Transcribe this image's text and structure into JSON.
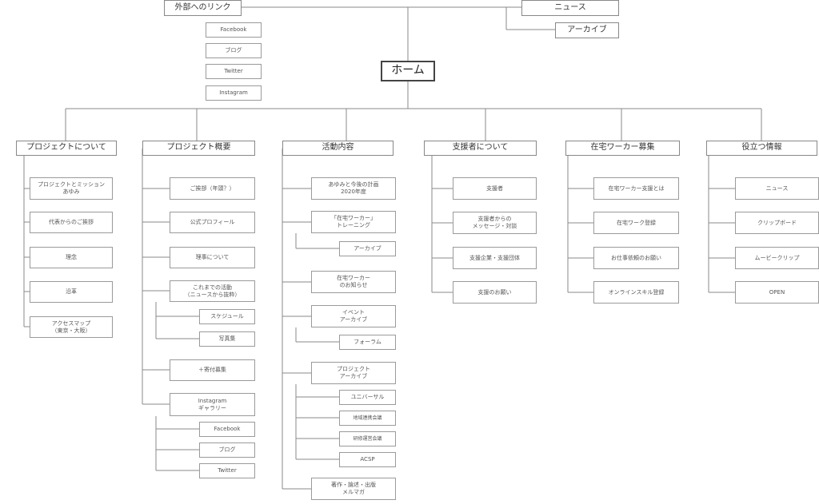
{
  "home": "ホーム",
  "external_links": {
    "title": "外部へのリンク",
    "items": [
      "Facebook",
      "ブログ",
      "Twitter",
      "Instagram"
    ]
  },
  "news": {
    "title": "ニュース",
    "archive": "アーカイブ"
  },
  "sections": [
    {
      "title": "プロジェクトについて",
      "items": [
        "プロジェクトとミッション\nあゆみ",
        "代表からのご挨拶",
        "理念",
        "沿革",
        "アクセスマップ\n（東京・大阪）"
      ]
    },
    {
      "title": "プロジェクト概要",
      "items": [
        "ご挨拶（年頭？）",
        "公式プロフィール",
        "理事について",
        "これまでの活動\n（ニュースから抜粋）",
        "スケジュール",
        "写真集",
        "＋寄付募集",
        "Instagram\nギャラリー",
        "Facebook",
        "ブログ",
        "Twitter"
      ]
    },
    {
      "title": "活動内容",
      "items": [
        "あゆみと今後の計画\n2020年度",
        "「在宅ワーカー」\nトレーニング",
        "アーカイブ",
        "在宅ワーカー\nのお知らせ",
        "イベント\nアーカイブ",
        "フォーラム",
        "プロジェクト\nアーカイブ",
        "ユニバーサル",
        "地域連携会議",
        "研修運営会議",
        "ACSP",
        "著作・論述・出版\nメルマガ"
      ]
    },
    {
      "title": "支援者について",
      "items": [
        "支援者",
        "支援者からの\nメッセージ・対談",
        "支援企業・支援団体",
        "支援のお願い"
      ]
    },
    {
      "title": "在宅ワーカー募集",
      "items": [
        "在宅ワーカー支援とは",
        "在宅ワーク登録",
        "お仕事依頼のお願い",
        "オンラインスキル登録"
      ]
    },
    {
      "title": "役立つ情報",
      "items": [
        "ニュース",
        "クリップボード",
        "ムービークリップ",
        "OPEN"
      ]
    }
  ]
}
